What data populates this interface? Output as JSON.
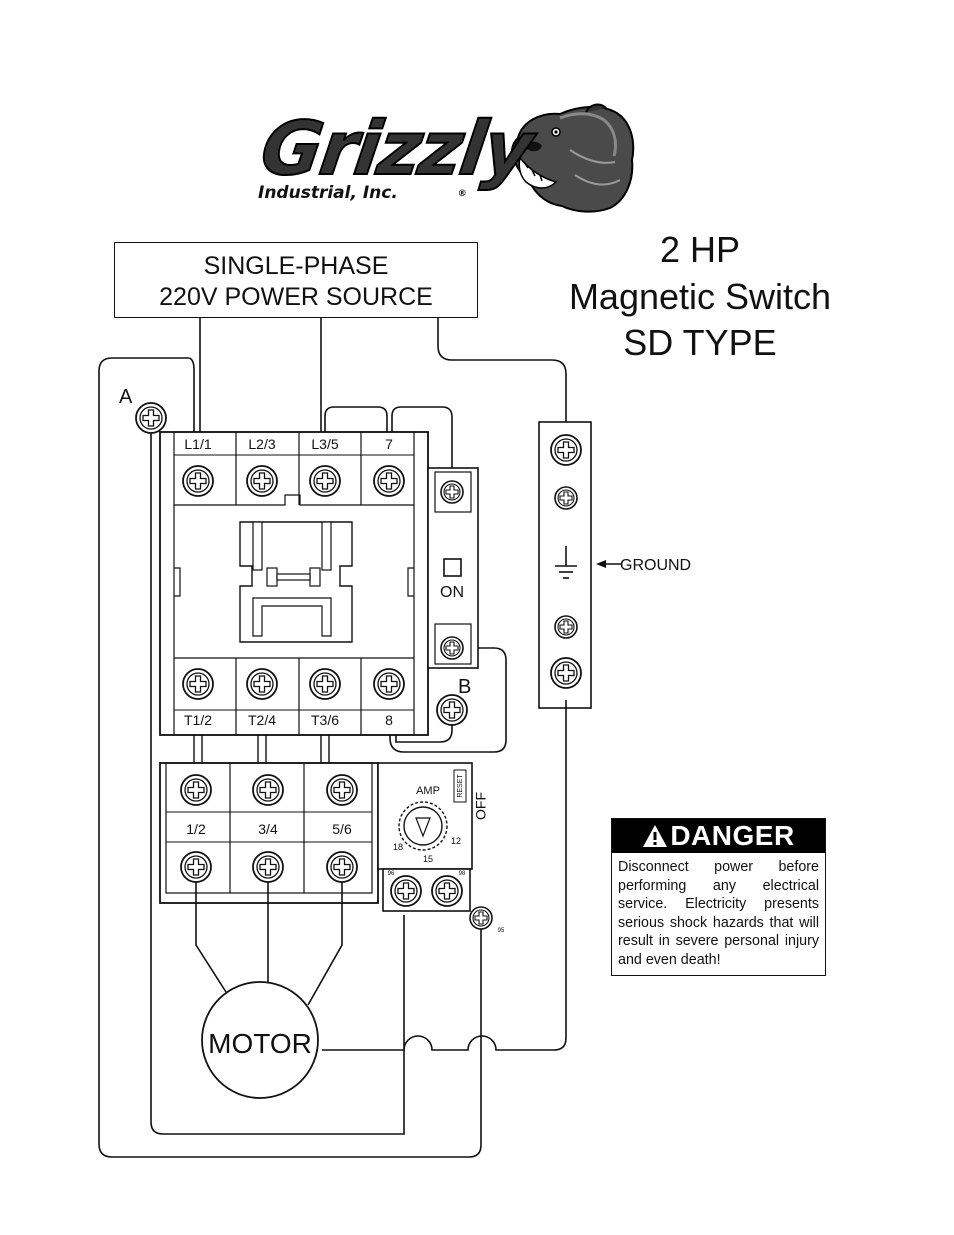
{
  "logo": {
    "brand": "Grizzly",
    "subtitle": "Industrial, Inc.",
    "mark": "®",
    "icon": "bear-head-icon"
  },
  "title_lines": [
    "2 HP",
    "Magnetic Switch",
    "SD TYPE"
  ],
  "power_source": {
    "line1": "SINGLE-PHASE",
    "line2": "220V POWER SOURCE"
  },
  "terminal_markers": {
    "a": "A",
    "b": "B"
  },
  "contactor": {
    "top_labels": [
      "L1/1",
      "L2/3",
      "L3/5",
      "7"
    ],
    "bottom_labels": [
      "T1/2",
      "T2/4",
      "T3/6",
      "8"
    ]
  },
  "on_switch": {
    "label": "ON"
  },
  "ground": {
    "label": "GROUND"
  },
  "overload": {
    "terminal_labels": [
      "1/2",
      "3/4",
      "5/6"
    ],
    "amp_label": "AMP",
    "reset_label": "RESET",
    "off_label": "OFF",
    "dial_values": [
      "18",
      "15",
      "12"
    ],
    "aux_labels": [
      "96",
      "98",
      "95"
    ]
  },
  "motor": {
    "label": "MOTOR"
  },
  "danger": {
    "heading": "DANGER",
    "body": "Disconnect power before performing any electrical service. Electricity presents serious shock hazards that will result in severe personal injury and even death!"
  }
}
